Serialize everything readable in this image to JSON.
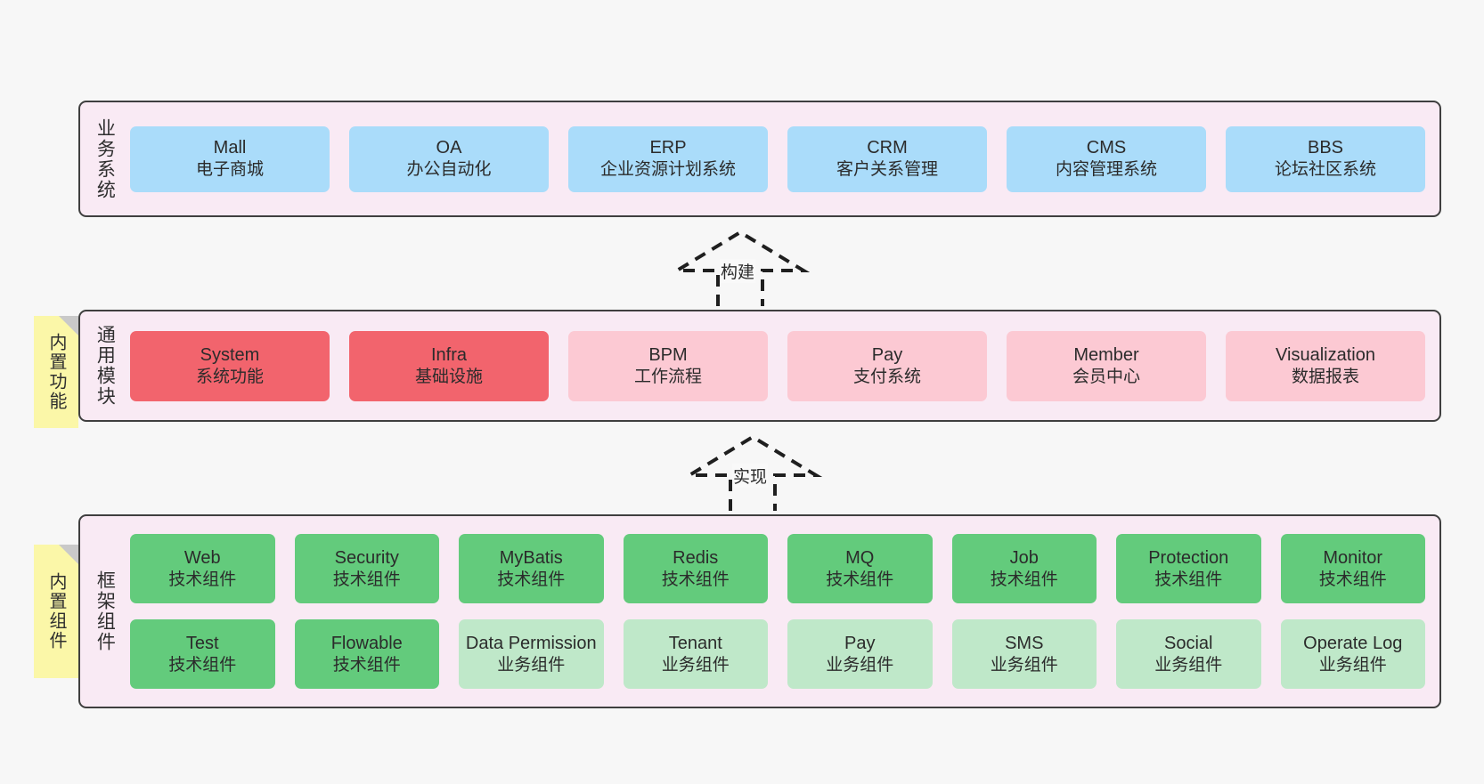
{
  "diagram": {
    "title": "",
    "background": "#f7f7f7",
    "container_fill": "#f9eaf4",
    "container_border": "#3f3f3f",
    "note_fill": "#fbf7a8"
  },
  "layers": [
    {
      "id": "business",
      "label": "业务系统",
      "note": null,
      "rows": [
        {
          "cards": [
            {
              "name": "Mall",
              "desc": "电子商城",
              "color": "#aadcfa",
              "style": "c-blue"
            },
            {
              "name": "OA",
              "desc": "办公自动化",
              "color": "#aadcfa",
              "style": "c-blue"
            },
            {
              "name": "ERP",
              "desc": "企业资源计划系统",
              "color": "#aadcfa",
              "style": "c-blue"
            },
            {
              "name": "CRM",
              "desc": "客户关系管理",
              "color": "#aadcfa",
              "style": "c-blue"
            },
            {
              "name": "CMS",
              "desc": "内容管理系统",
              "color": "#aadcfa",
              "style": "c-blue"
            },
            {
              "name": "BBS",
              "desc": "论坛社区系统",
              "color": "#aadcfa",
              "style": "c-blue"
            }
          ]
        }
      ]
    },
    {
      "id": "common",
      "label": "通用模块",
      "note": "内置功能",
      "rows": [
        {
          "cards": [
            {
              "name": "System",
              "desc": "系统功能",
              "color": "#f2646d",
              "style": "c-red"
            },
            {
              "name": "Infra",
              "desc": "基础设施",
              "color": "#f2646d",
              "style": "c-red"
            },
            {
              "name": "BPM",
              "desc": "工作流程",
              "color": "#fcc9d3",
              "style": "c-pink"
            },
            {
              "name": "Pay",
              "desc": "支付系统",
              "color": "#fcc9d3",
              "style": "c-pink"
            },
            {
              "name": "Member",
              "desc": "会员中心",
              "color": "#fcc9d3",
              "style": "c-pink"
            },
            {
              "name": "Visualization",
              "desc": "数据报表",
              "color": "#fcc9d3",
              "style": "c-pink"
            }
          ]
        }
      ]
    },
    {
      "id": "framework",
      "label": "框架组件",
      "note": "内置组件",
      "rows": [
        {
          "cards": [
            {
              "name": "Web",
              "desc": "技术组件",
              "color": "#63cb7c",
              "style": "c-green"
            },
            {
              "name": "Security",
              "desc": "技术组件",
              "color": "#63cb7c",
              "style": "c-green"
            },
            {
              "name": "MyBatis",
              "desc": "技术组件",
              "color": "#63cb7c",
              "style": "c-green"
            },
            {
              "name": "Redis",
              "desc": "技术组件",
              "color": "#63cb7c",
              "style": "c-green"
            },
            {
              "name": "MQ",
              "desc": "技术组件",
              "color": "#63cb7c",
              "style": "c-green"
            },
            {
              "name": "Job",
              "desc": "技术组件",
              "color": "#63cb7c",
              "style": "c-green"
            },
            {
              "name": "Protection",
              "desc": "技术组件",
              "color": "#63cb7c",
              "style": "c-green"
            },
            {
              "name": "Monitor",
              "desc": "技术组件",
              "color": "#63cb7c",
              "style": "c-green"
            }
          ]
        },
        {
          "cards": [
            {
              "name": "Test",
              "desc": "技术组件",
              "color": "#63cb7c",
              "style": "c-green"
            },
            {
              "name": "Flowable",
              "desc": "技术组件",
              "color": "#63cb7c",
              "style": "c-green"
            },
            {
              "name": "Data Permission",
              "desc": "业务组件",
              "color": "#bfe8c9",
              "style": "c-lgreen"
            },
            {
              "name": "Tenant",
              "desc": "业务组件",
              "color": "#bfe8c9",
              "style": "c-lgreen"
            },
            {
              "name": "Pay",
              "desc": "业务组件",
              "color": "#bfe8c9",
              "style": "c-lgreen"
            },
            {
              "name": "SMS",
              "desc": "业务组件",
              "color": "#bfe8c9",
              "style": "c-lgreen"
            },
            {
              "name": "Social",
              "desc": "业务组件",
              "color": "#bfe8c9",
              "style": "c-lgreen"
            },
            {
              "name": "Operate Log",
              "desc": "业务组件",
              "color": "#bfe8c9",
              "style": "c-lgreen"
            }
          ]
        }
      ]
    }
  ],
  "connectors": [
    {
      "id": "build",
      "label": "构建",
      "from": "common",
      "to": "business"
    },
    {
      "id": "implement",
      "label": "实现",
      "from": "framework",
      "to": "common"
    }
  ]
}
